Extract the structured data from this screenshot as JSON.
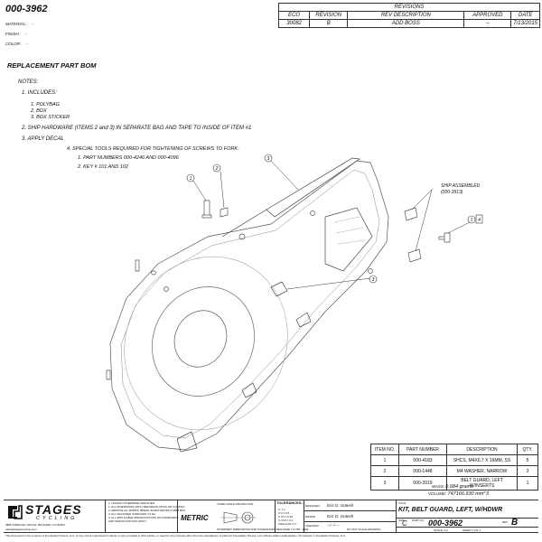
{
  "header": {
    "part_number": "000-3962",
    "material_label": "MATERIAL:",
    "material_value": "--",
    "finish_label": "FINISH:",
    "finish_value": "--",
    "color_label": "COLOR:",
    "color_value": "--"
  },
  "revisions": {
    "title": "REVISIONS",
    "columns": [
      "ECO",
      "REVISION",
      "REV DESCRIPTION",
      "APPROVED",
      "DATE"
    ],
    "rows": [
      [
        "30082",
        "B",
        "ADD BOSS",
        "--",
        "7/13/2015"
      ]
    ]
  },
  "section_title": "REPLACEMENT PART BOM",
  "notes": {
    "heading": "NOTES:",
    "n1": "1.   INCLUDES:",
    "n1a": "1.   POLYBAG",
    "n1b": "2.   BOX",
    "n1c": "3.   BOX STICKER",
    "n2": "2.   SHIP HARDWARE (ITEMS 2 and 3) IN SEPARATE BAG AND TAPE TO INSIDE OF ITEM #1",
    "n3": "3.   APPLY DECAL",
    "n4": "4.   SPECIAL TOOLS REQUIRED FOR TIGHTENING OF SCREWS TO FORK:",
    "n4a": "1.   PART NUMBERS 000-4246 AND 000-4096",
    "n4b": "2.   KEY # 101 AND 102"
  },
  "callouts": {
    "c1": "1",
    "c2": "2",
    "c3": "3",
    "c4": "4",
    "ship_line1": "SHIP ASSEMBLED",
    "ship_line2": "(000-3913)"
  },
  "bom": {
    "columns": [
      "ITEM NO.",
      "PART NUMBER",
      "DESCRIPTION",
      "QTY."
    ],
    "rows": [
      [
        "1",
        "000-4183",
        "SHCS, M4X0.7 X 16MM, SS",
        "5"
      ],
      [
        "2",
        "000-1448",
        "M4 WASHER, NARROW",
        "3"
      ],
      [
        "3",
        "000-3919",
        "BELT GUARD, LEFT W/INSERTS",
        "1"
      ]
    ],
    "mass_label": "MASS:",
    "mass_value": "0.684 grams",
    "volume_label": "VOLUME:",
    "volume_value": "747166.930 mm^3"
  },
  "title_block": {
    "logo_main": "STAGES",
    "logo_sub": "CYCLING",
    "address": "3886 STERLING CIRCLE, BOULDER, CO 80301",
    "email": "sales@stagescycling.com",
    "unless_note": "1. UNLESS OTHERWISE SPECIFIED:",
    "tol_notes": [
      "1. ALL DIMENSIONS APPLY BEFORE PLATING OR COATING",
      "2. REMOVE ALL BURRS, BREAK SHARP EDGES 0.5MM MAX",
      "3. ALL MACHINED SURFACES 3.2 Ra",
      "4. ALL APPLICABLE SPECIFICATIONS ON STANDARDS",
      "   AND SPECIFICATIONS APPLY"
    ],
    "metric": "METRIC",
    "projection": "THIRD ANGLE PROJECTION",
    "tolerances_label": "TOLERANCES:",
    "tol_lines": [
      "X.   ± 1",
      "X.X   ± 0.5",
      "X.XX   ± 0.25",
      "X.XXX   ± 0.1",
      "ANGULAR   ± 1°"
    ],
    "interpret": "INTERPRET DIMENSIONS AND TOLERANCES PER ASME Y14.5M - 1994",
    "do_not_scale": "DO NOT SCALE DRAWING",
    "designed_label": "DESIGNED",
    "designed_by": "Eric D. Gotesh",
    "drawn_label": "DRAWN",
    "drawn_by": "Eric D. Gotesh",
    "checked_label": "CHECKED",
    "checked_by": "--/--/----",
    "title_label": "TITLE:",
    "title": "KIT, BELT GUARD, LEFT, W/HDWR",
    "size_label": "SIZE",
    "size": "C",
    "part_no_label": "PART NO.",
    "part_no": "000-3962",
    "rev_label": "REV",
    "rev": "B",
    "scale": "SCALE: 1:2",
    "sheet": "SHEET 1 OF 1",
    "footer": "This document is the property of Foundation Fitness, LLC. It may not be reproduced in whole or part, provided to third parties, or used for any purpose other than the manufacture of parts for Foundation Fitness, LLC without written authorization. All contents © Foundation Fitness, LLC."
  }
}
